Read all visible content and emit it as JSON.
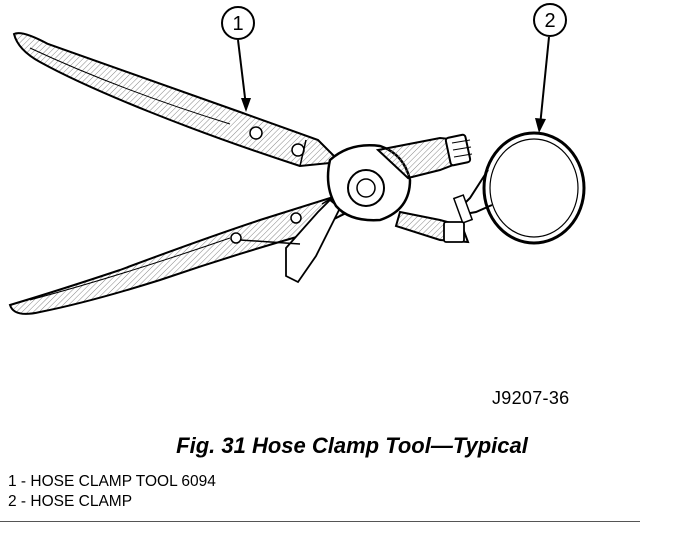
{
  "callouts": [
    {
      "number": "1",
      "target": "hose-clamp-tool"
    },
    {
      "number": "2",
      "target": "hose-clamp"
    }
  ],
  "figure_code": "J9207-36",
  "caption": "Fig. 31 Hose Clamp Tool—Typical",
  "legend": [
    "1 - HOSE CLAMP TOOL 6094",
    "2 - HOSE CLAMP"
  ]
}
